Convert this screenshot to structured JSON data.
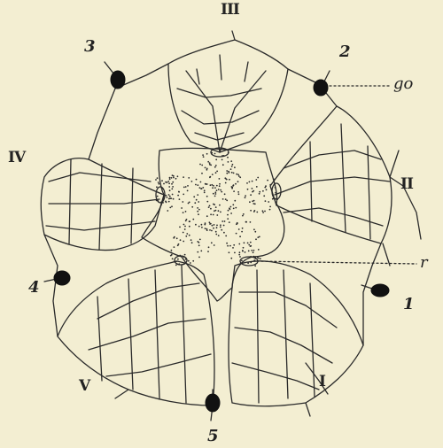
{
  "figure": {
    "ambulacra": {
      "I": "I",
      "II": "II",
      "III": "III",
      "IV": "IV",
      "V": "V"
    },
    "interambulacra": {
      "one": "1",
      "two": "2",
      "three": "3",
      "four": "4",
      "five": "5"
    },
    "pointers": {
      "gonopore": "go",
      "ring": "r"
    },
    "colors": {
      "paper": "#f3eed2",
      "ink": "#2a2a2a",
      "gonad": "#111111"
    }
  }
}
